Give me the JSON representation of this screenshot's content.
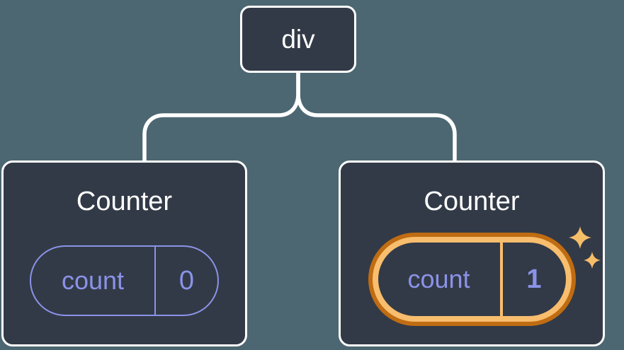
{
  "colors": {
    "background": "#4C6771",
    "node_fill": "#333A47",
    "node_border": "#FFFFFF",
    "state_accent": "#8A93E8",
    "highlight_ring_outer": "#C06C12",
    "highlight_ring_inner": "#F8BE6E",
    "sparkle": "#F5BE69"
  },
  "tree": {
    "root": {
      "label": "div"
    },
    "children": [
      {
        "title": "Counter",
        "state_key": "count",
        "state_value": "0",
        "highlighted": false
      },
      {
        "title": "Counter",
        "state_key": "count",
        "state_value": "1",
        "highlighted": true
      }
    ]
  }
}
